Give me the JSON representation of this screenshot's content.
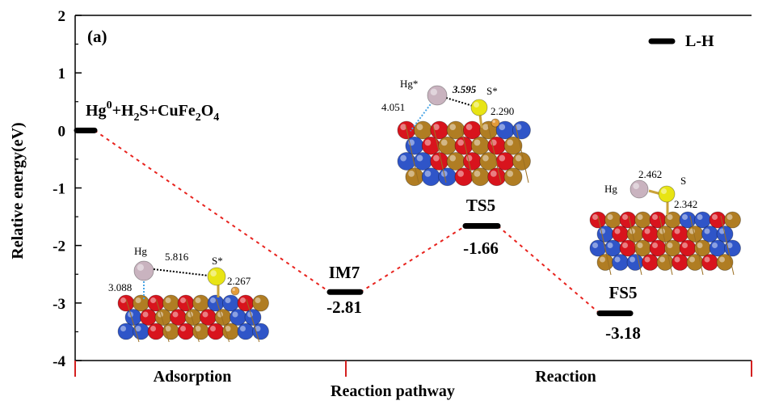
{
  "chart_data": {
    "type": "line",
    "panel_label": "(a)",
    "xlabel": "Reaction pathway",
    "ylabel": "Relative energy(eV)",
    "ylim": [
      -4,
      2
    ],
    "yticks": [
      "2",
      "1",
      "0",
      "-1",
      "-2",
      "-3",
      "-4"
    ],
    "sections": [
      "Adsorption",
      "Reaction"
    ],
    "legend": {
      "label": "L-H",
      "placement": "top-right"
    },
    "series": [
      {
        "name": "L-H",
        "points": [
          {
            "state": "Hg0+H2S+CuFe2O4",
            "energy": 0.0,
            "value_label": ""
          },
          {
            "state": "IM7",
            "energy": -2.81,
            "value_label": "-2.81"
          },
          {
            "state": "TS5",
            "energy": -1.66,
            "value_label": "-1.66"
          },
          {
            "state": "FS5",
            "energy": -3.18,
            "value_label": "-3.18"
          }
        ]
      }
    ],
    "initial_state_label": {
      "hg": "Hg",
      "sup0": "0",
      "plus1": "+H",
      "sub2a": "2",
      "s": "S+CuFe",
      "sub2b": "2",
      "o": "O",
      "sub4": "4"
    },
    "colors": {
      "connector": "#e8231e",
      "level": "#000000",
      "axis_tick": "#d42020"
    },
    "insets": [
      {
        "id": "adsorption",
        "labels": {
          "hg": "Hg",
          "s": "S*",
          "d_hg_s": "5.816",
          "d_hg_surface": "3.088",
          "d_s_surface": "2.267"
        }
      },
      {
        "id": "transition",
        "labels": {
          "hg": "Hg*",
          "s": "S*",
          "d_hg_s": "3.595",
          "d_hg_surface": "4.051",
          "d_s_surface": "2.290"
        }
      },
      {
        "id": "final",
        "labels": {
          "hg": "Hg",
          "s": "S",
          "d_hg_s": "2.462",
          "d_s_surface": "2.342"
        }
      }
    ]
  }
}
